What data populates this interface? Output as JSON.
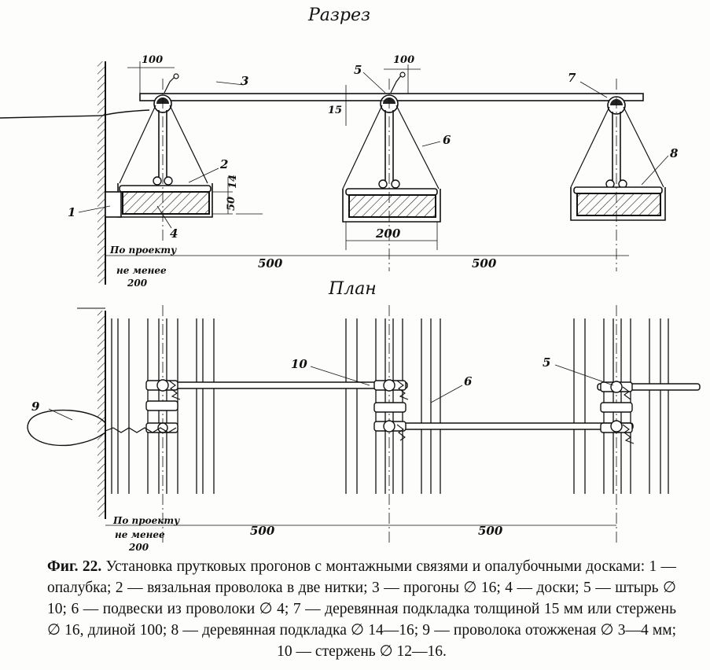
{
  "titles": {
    "section": "Разрез",
    "plan": "План"
  },
  "section_view": {
    "dims": {
      "d100_left": "100",
      "d100_mid": "100",
      "d15": "15",
      "d14": "14",
      "d50": "50",
      "d200": "200",
      "d500_a": "500",
      "d500_b": "500"
    },
    "labels": {
      "l1": "1",
      "l2": "2",
      "l3": "3",
      "l4": "4",
      "l5": "5",
      "l6": "6",
      "l7": "7",
      "l8": "8"
    },
    "note": {
      "line1": "По проекту",
      "line2": "не менее",
      "line3": "200"
    }
  },
  "plan_view": {
    "labels": {
      "l9": "9",
      "l10": "10",
      "l6": "6",
      "l5": "5"
    },
    "dims": {
      "d500_a": "500",
      "d500_b": "500"
    },
    "note": {
      "line1": "По проекту",
      "line2": "не менее",
      "line3": "200"
    }
  },
  "caption": {
    "fig": "Фиг. 22.",
    "text": "Установка прутковых прогонов с монтажными связями и опалубочными досками: 1 — опалубка; 2 — вязальная проволока в две нитки; 3 — прогоны ∅ 16; 4 — доски; 5 — штырь ∅ 10; 6 — подвески из проволоки ∅ 4; 7 — деревянная подкладка толщиной 15 мм или стержень ∅ 16, длиной 100; 8 — деревянная подкладка ∅ 14—16; 9 — проволока отожженая ∅ 3—4 мм; 10 — стержень ∅ 12—16."
  }
}
